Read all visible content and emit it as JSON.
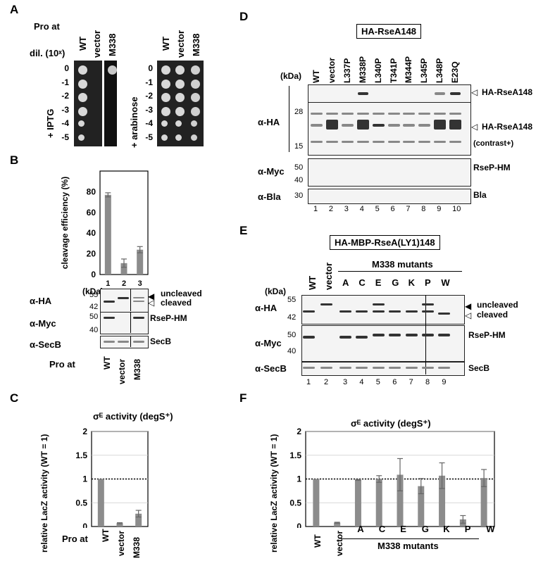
{
  "panels": {
    "A": "A",
    "B": "B",
    "C": "C",
    "D": "D",
    "E": "E",
    "F": "F"
  },
  "A": {
    "pro_at": "Pro at",
    "dil": "dil. (10ˣ)",
    "dilutions": [
      "0",
      "-1",
      "-2",
      "-3",
      "-4",
      "-5"
    ],
    "strains": [
      "WT",
      "vector",
      "M338"
    ],
    "left_condition": "+ IPTG",
    "right_condition": "+ arabinose"
  },
  "B": {
    "kda": "(kDa)",
    "ha": "α-HA",
    "myc": "α-Myc",
    "secb": "α-SecB",
    "pro_at": "Pro at",
    "m_ha_55": "55",
    "m_ha_42": "42",
    "m_myc_50": "50",
    "m_myc_40": "40",
    "uncleaved": "uncleaved",
    "cleaved": "cleaved",
    "rsep": "RseP-HM",
    "secb_label": "SecB",
    "lanes": [
      "1",
      "2",
      "3"
    ],
    "strains": [
      "WT",
      "vector",
      "M338"
    ]
  },
  "C": {
    "title": "σᴱ activity (degS⁺)",
    "ylabel": "relative LacZ activity (WT = 1)",
    "pro_at": "Pro at"
  },
  "D": {
    "title": "HA-RseA148",
    "kda": "(kDa)",
    "lanes_top": [
      "WT",
      "vector",
      "L337P",
      "M338P",
      "L340P",
      "T341P",
      "M344P",
      "L345P",
      "L348P",
      "E23Q"
    ],
    "ha": "α-HA",
    "myc": "α-Myc",
    "bla": "α-Bla",
    "m28": "28",
    "m15": "15",
    "m50": "50",
    "m40": "40",
    "m30": "30",
    "band1": "HA-RseA148",
    "band2": "HA-RseA148",
    "contrast": "(contrast+)",
    "rsep": "RseP-HM",
    "bla_label": "Bla",
    "lane_numbers": [
      "1",
      "2",
      "3",
      "4",
      "5",
      "6",
      "7",
      "8",
      "9",
      "10"
    ]
  },
  "E": {
    "title": "HA-MBP-RseA(LY1)148",
    "kda": "(kDa)",
    "mutants_label": "M338 mutants",
    "lanes_top": [
      "WT",
      "vector"
    ],
    "mutants": [
      "A",
      "C",
      "E",
      "G",
      "K",
      "P",
      "W"
    ],
    "ha": "α-HA",
    "myc": "α-Myc",
    "secb": "α-SecB",
    "m55": "55",
    "m42": "42",
    "m50": "50",
    "m40": "40",
    "uncleaved": "uncleaved",
    "cleaved": "cleaved",
    "rsep": "RseP-HM",
    "secb_label": "SecB",
    "lane_numbers": [
      "1",
      "2",
      "3",
      "4",
      "5",
      "6",
      "7",
      "8",
      "9"
    ]
  },
  "F": {
    "title": "σᴱ activity (degS⁺)",
    "ylabel": "relative LacZ activity (WT = 1)",
    "mutants_label": "M338 mutants"
  },
  "chart_data": [
    {
      "id": "B",
      "type": "bar",
      "categories": [
        "1",
        "2",
        "3"
      ],
      "values": [
        77,
        11,
        24
      ],
      "errors": [
        2,
        4,
        3
      ],
      "ylabel": "cleavage efficiency (%)",
      "ylim": [
        0,
        100
      ],
      "yticks": [
        "0",
        "20",
        "40",
        "60",
        "80"
      ],
      "color": "#8c8c8c"
    },
    {
      "id": "C",
      "type": "bar",
      "categories": [
        "WT",
        "vector",
        "M338"
      ],
      "values": [
        1.0,
        0.07,
        0.27
      ],
      "errors": [
        0,
        0.01,
        0.07
      ],
      "ylim": [
        0,
        2
      ],
      "yticks": [
        "0",
        "0.5",
        "1",
        "1.5",
        "2"
      ],
      "reference_line": 1,
      "color": "#8c8c8c"
    },
    {
      "id": "F",
      "type": "bar",
      "categories": [
        "WT",
        "vector",
        "A",
        "C",
        "E",
        "G",
        "K",
        "P",
        "W"
      ],
      "values": [
        1.0,
        0.08,
        0.98,
        1.0,
        1.09,
        0.85,
        1.07,
        0.15,
        1.02
      ],
      "errors": [
        0,
        0.01,
        0.01,
        0.07,
        0.34,
        0.16,
        0.27,
        0.08,
        0.18
      ],
      "ylim": [
        0,
        2
      ],
      "yticks": [
        "0",
        "0.5",
        "1",
        "1.5",
        "2"
      ],
      "reference_line": 1,
      "color": "#8c8c8c"
    }
  ]
}
